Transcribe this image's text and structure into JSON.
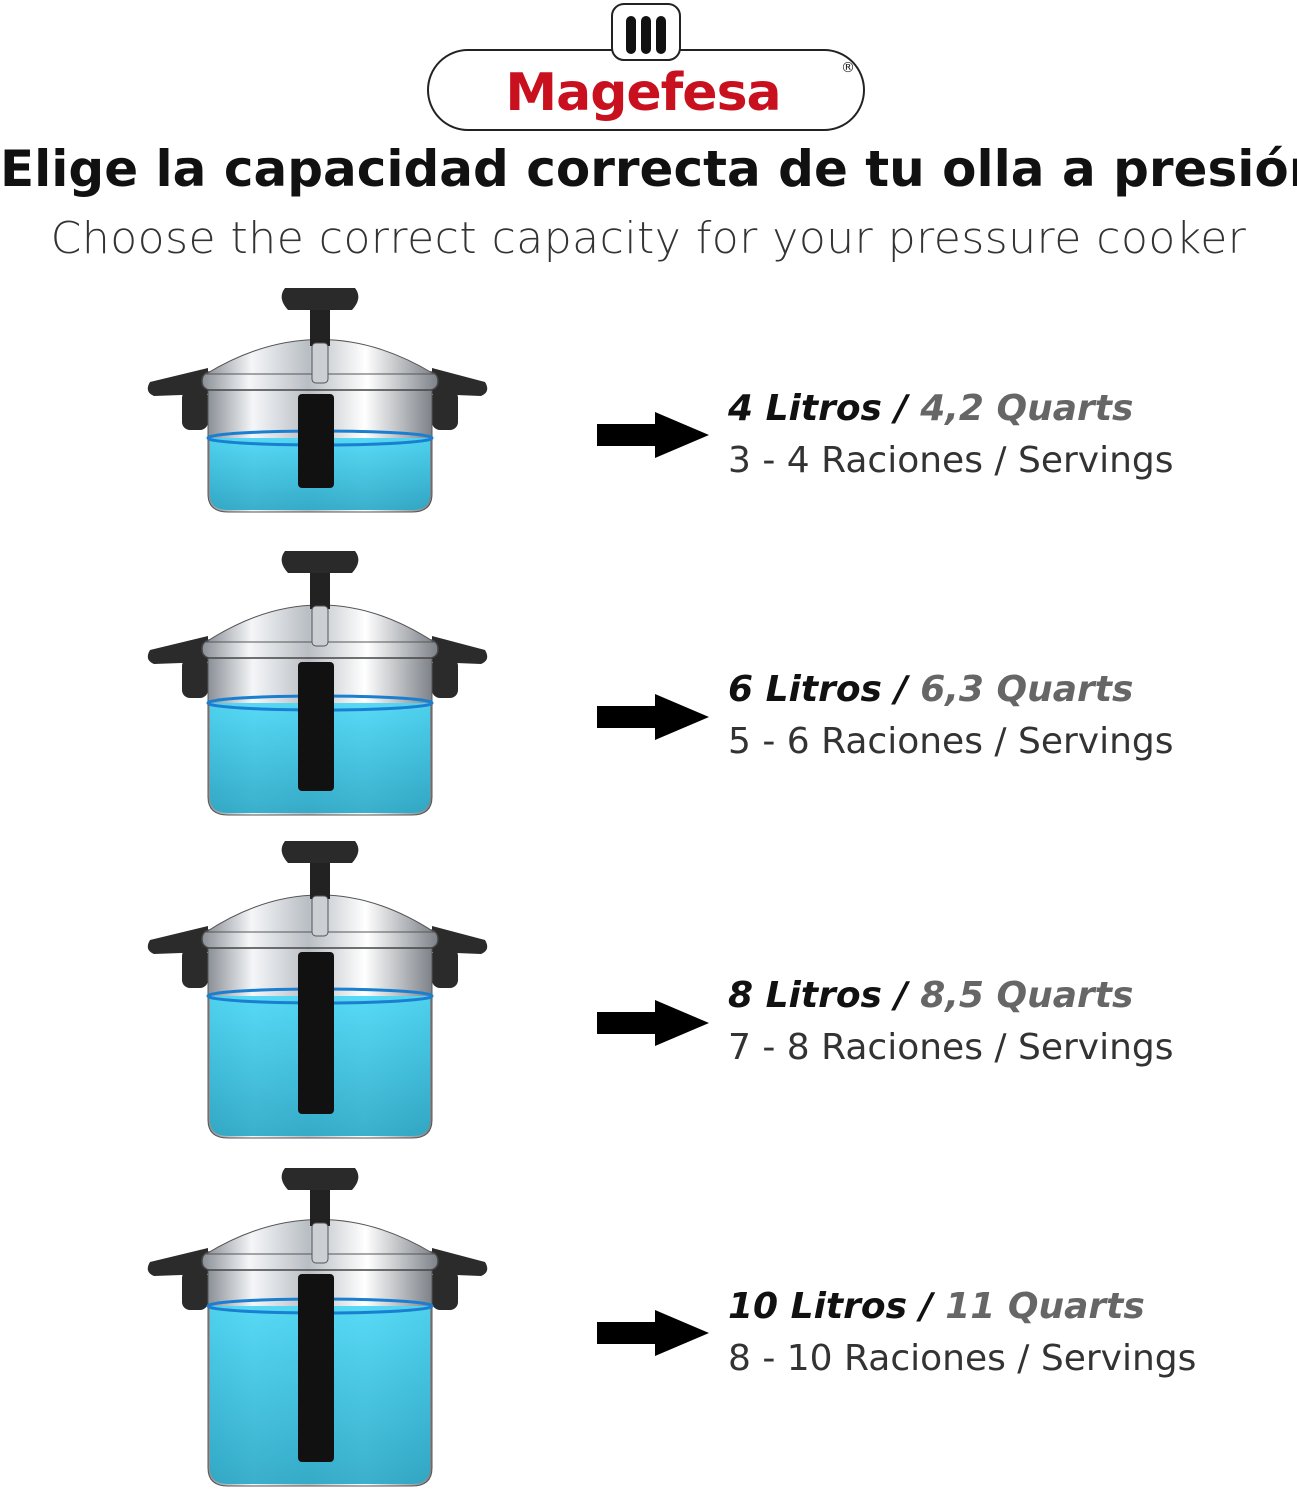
{
  "brand": {
    "name": "Magefesa",
    "registered": "®",
    "red": "#c8101e"
  },
  "header": {
    "title": "Elige la capacidad correcta de tu olla a presión",
    "subtitle": "Choose the correct capacity for your pressure cooker"
  },
  "colors": {
    "water": "#49d7f5",
    "water_edge": "#1a7fd0",
    "steel": "#c9cdd2",
    "handle": "#2b2b2b",
    "quarts_text": "#666666"
  },
  "icons": {
    "arrow": "arrow-right-icon",
    "pot": "pressure-cooker-icon"
  },
  "rows": [
    {
      "litros": "4 Litros / ",
      "quarts": "4,2 Quarts",
      "servings": "3 - 4 Raciones / Servings"
    },
    {
      "litros": "6 Litros / ",
      "quarts": "6,3 Quarts",
      "servings": "5 - 6 Raciones / Servings"
    },
    {
      "litros": "8 Litros / ",
      "quarts": "8,5 Quarts",
      "servings": "7 - 8 Raciones / Servings"
    },
    {
      "litros": "10 Litros / ",
      "quarts": "11 Quarts",
      "servings": "8 - 10 Raciones / Servings"
    }
  ]
}
